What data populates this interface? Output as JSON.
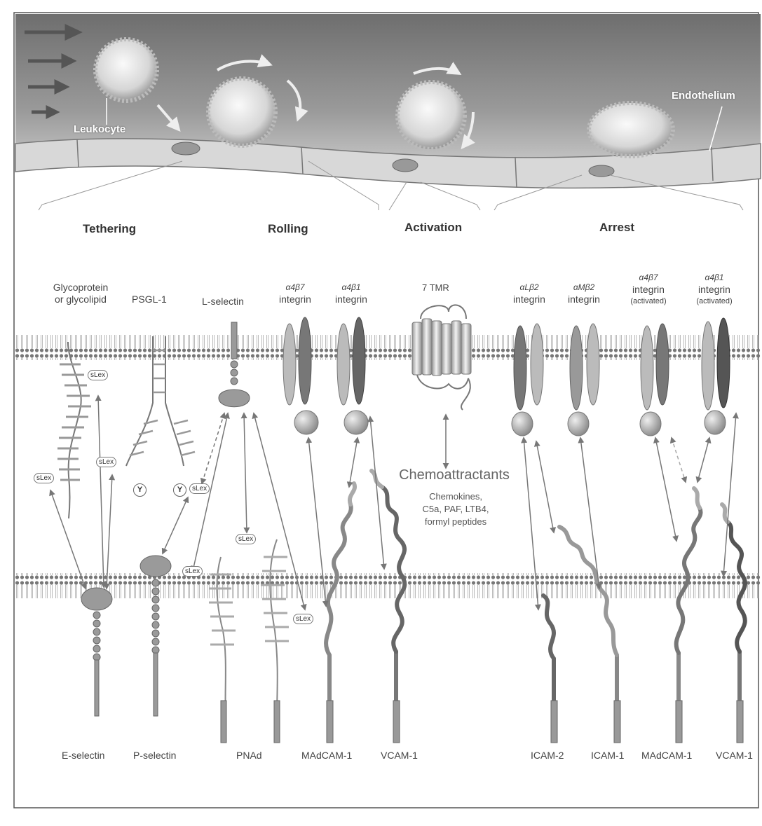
{
  "top_labels": {
    "leukocyte": "Leukocyte",
    "endothelium": "Endothelium"
  },
  "stages": {
    "tethering": "Tethering",
    "rolling": "Rolling",
    "activation": "Activation",
    "arrest": "Arrest"
  },
  "leukocyte_molecules": {
    "glyco_line1": "Glycoprotein",
    "glyco_line2": "or glycolipid",
    "psgl1": "PSGL-1",
    "lselectin": "L-selectin",
    "a4b7_line1": "α4β7",
    "a4b7_line2": "integrin",
    "a4b1_line1": "α4β1",
    "a4b1_line2": "integrin",
    "tmr": "7 TMR",
    "alb2_line1": "αLβ2",
    "alb2_line2": "integrin",
    "amb2_line1": "αMβ2",
    "amb2_line2": "integrin",
    "a4b7act_line1": "α4β7",
    "a4b7act_line2": "integrin",
    "a4b7act_line3": "(activated)",
    "a4b1act_line1": "α4β1",
    "a4b1act_line2": "integrin",
    "a4b1act_line3": "(activated)"
  },
  "chemo": {
    "title": "Chemoattractants",
    "line1": "Chemokines,",
    "line2": "C5a, PAF, LTB4,",
    "line3": "formyl peptides"
  },
  "endothelial_molecules": [
    "E-selectin",
    "P-selectin",
    "PNAd",
    "MAdCAM-1",
    "VCAM-1",
    "ICAM-2",
    "ICAM-1",
    "MAdCAM-1",
    "VCAM-1"
  ],
  "sle_tags": [
    "sLex",
    "sLex",
    "sLex",
    "sLex",
    "sLex",
    "sLex",
    "sLex"
  ],
  "y_badge": "Y",
  "colors": {
    "membrane": "#8f8f8f",
    "ligand_dark": "#6c6c6c",
    "ligand_light": "#b3b3b3",
    "arrow": "#777777"
  }
}
